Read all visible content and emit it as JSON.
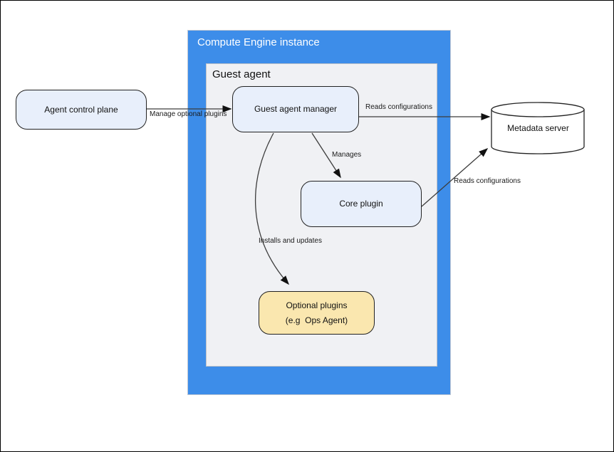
{
  "diagram": {
    "outer_container": {
      "title": "Compute Engine instance"
    },
    "inner_container": {
      "title": "Guest agent"
    },
    "nodes": {
      "agent_control_plane": {
        "label": "Agent control plane"
      },
      "guest_agent_manager": {
        "label": "Guest agent manager"
      },
      "core_plugin": {
        "label": "Core plugin"
      },
      "optional_plugins": {
        "line1": "Optional plugins",
        "line2": "(e.g  Ops Agent)"
      },
      "metadata_server": {
        "label": "Metadata server"
      }
    },
    "edge_labels": {
      "manage_optional_plugins": "Manage optional plugins",
      "reads_configurations_manager": "Reads configurations",
      "manages": "Manages",
      "reads_configurations_core": "Reads configurations",
      "installs_and_updates": "Installs and updates"
    },
    "colors": {
      "outer_container_fill": "#3D8DE9",
      "inner_container_fill": "#F0F1F4",
      "node_blue_fill": "#E8EFFB",
      "node_yellow_fill": "#FAE7AF",
      "edge_stroke": "#3C3C3C"
    }
  }
}
